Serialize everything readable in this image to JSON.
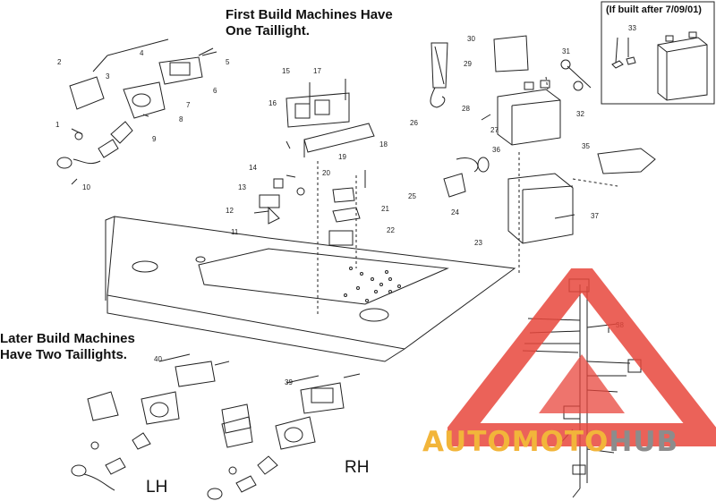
{
  "headings": {
    "first_build": [
      "First Build Machines Have",
      "One Taillight."
    ],
    "later_build": [
      "Later Build Machines",
      "Have Two Taillights."
    ],
    "inset_note": "(If built after 7/09/01)"
  },
  "side_labels": {
    "left": "LH",
    "right": "RH"
  },
  "callouts": [
    "1",
    "2",
    "3",
    "4",
    "5",
    "6",
    "7",
    "8",
    "9",
    "10",
    "11",
    "12",
    "13",
    "14",
    "15",
    "16",
    "17",
    "18",
    "19",
    "20",
    "21",
    "22",
    "23",
    "24",
    "25",
    "26",
    "27",
    "28",
    "29",
    "30",
    "31",
    "32",
    "33",
    "35",
    "36",
    "37",
    "38",
    "39",
    "40"
  ],
  "watermark": {
    "text_part1": "AUTOMOTO",
    "text_part2": "HUB",
    "colors": {
      "triangle": "#e8463c",
      "part1": "#f2b53a",
      "part2": "#8c8c8c"
    }
  }
}
